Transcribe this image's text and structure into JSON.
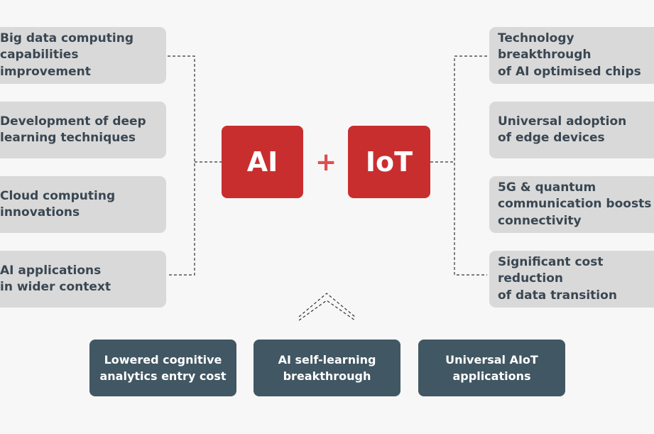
{
  "left_factors": [
    "Big data computing\ncapabilities improvement",
    "Development of deep\nlearning techniques",
    "Cloud computing\ninnovations",
    "AI applications\nin wider context"
  ],
  "right_factors": [
    "Technology breakthrough\nof AI optimised chips",
    "Universal adoption\nof edge devices",
    "5G & quantum\ncommunication boosts\nconnectivity",
    "Significant cost reduction\nof data transition"
  ],
  "center": {
    "ai": "AI",
    "plus": "+",
    "iot": "IoT"
  },
  "outcomes": [
    "Lowered cognitive\nanalytics entry cost",
    "AI self-learning\nbreakthrough",
    "Universal AIoT\napplications"
  ],
  "colors": {
    "background": "#f7f7f7",
    "factor_card": "#d9d9d9",
    "factor_text": "#3a4752",
    "core_red": "#c92e2f",
    "plus_red": "#dd4f50",
    "outcome_card": "#415763"
  }
}
